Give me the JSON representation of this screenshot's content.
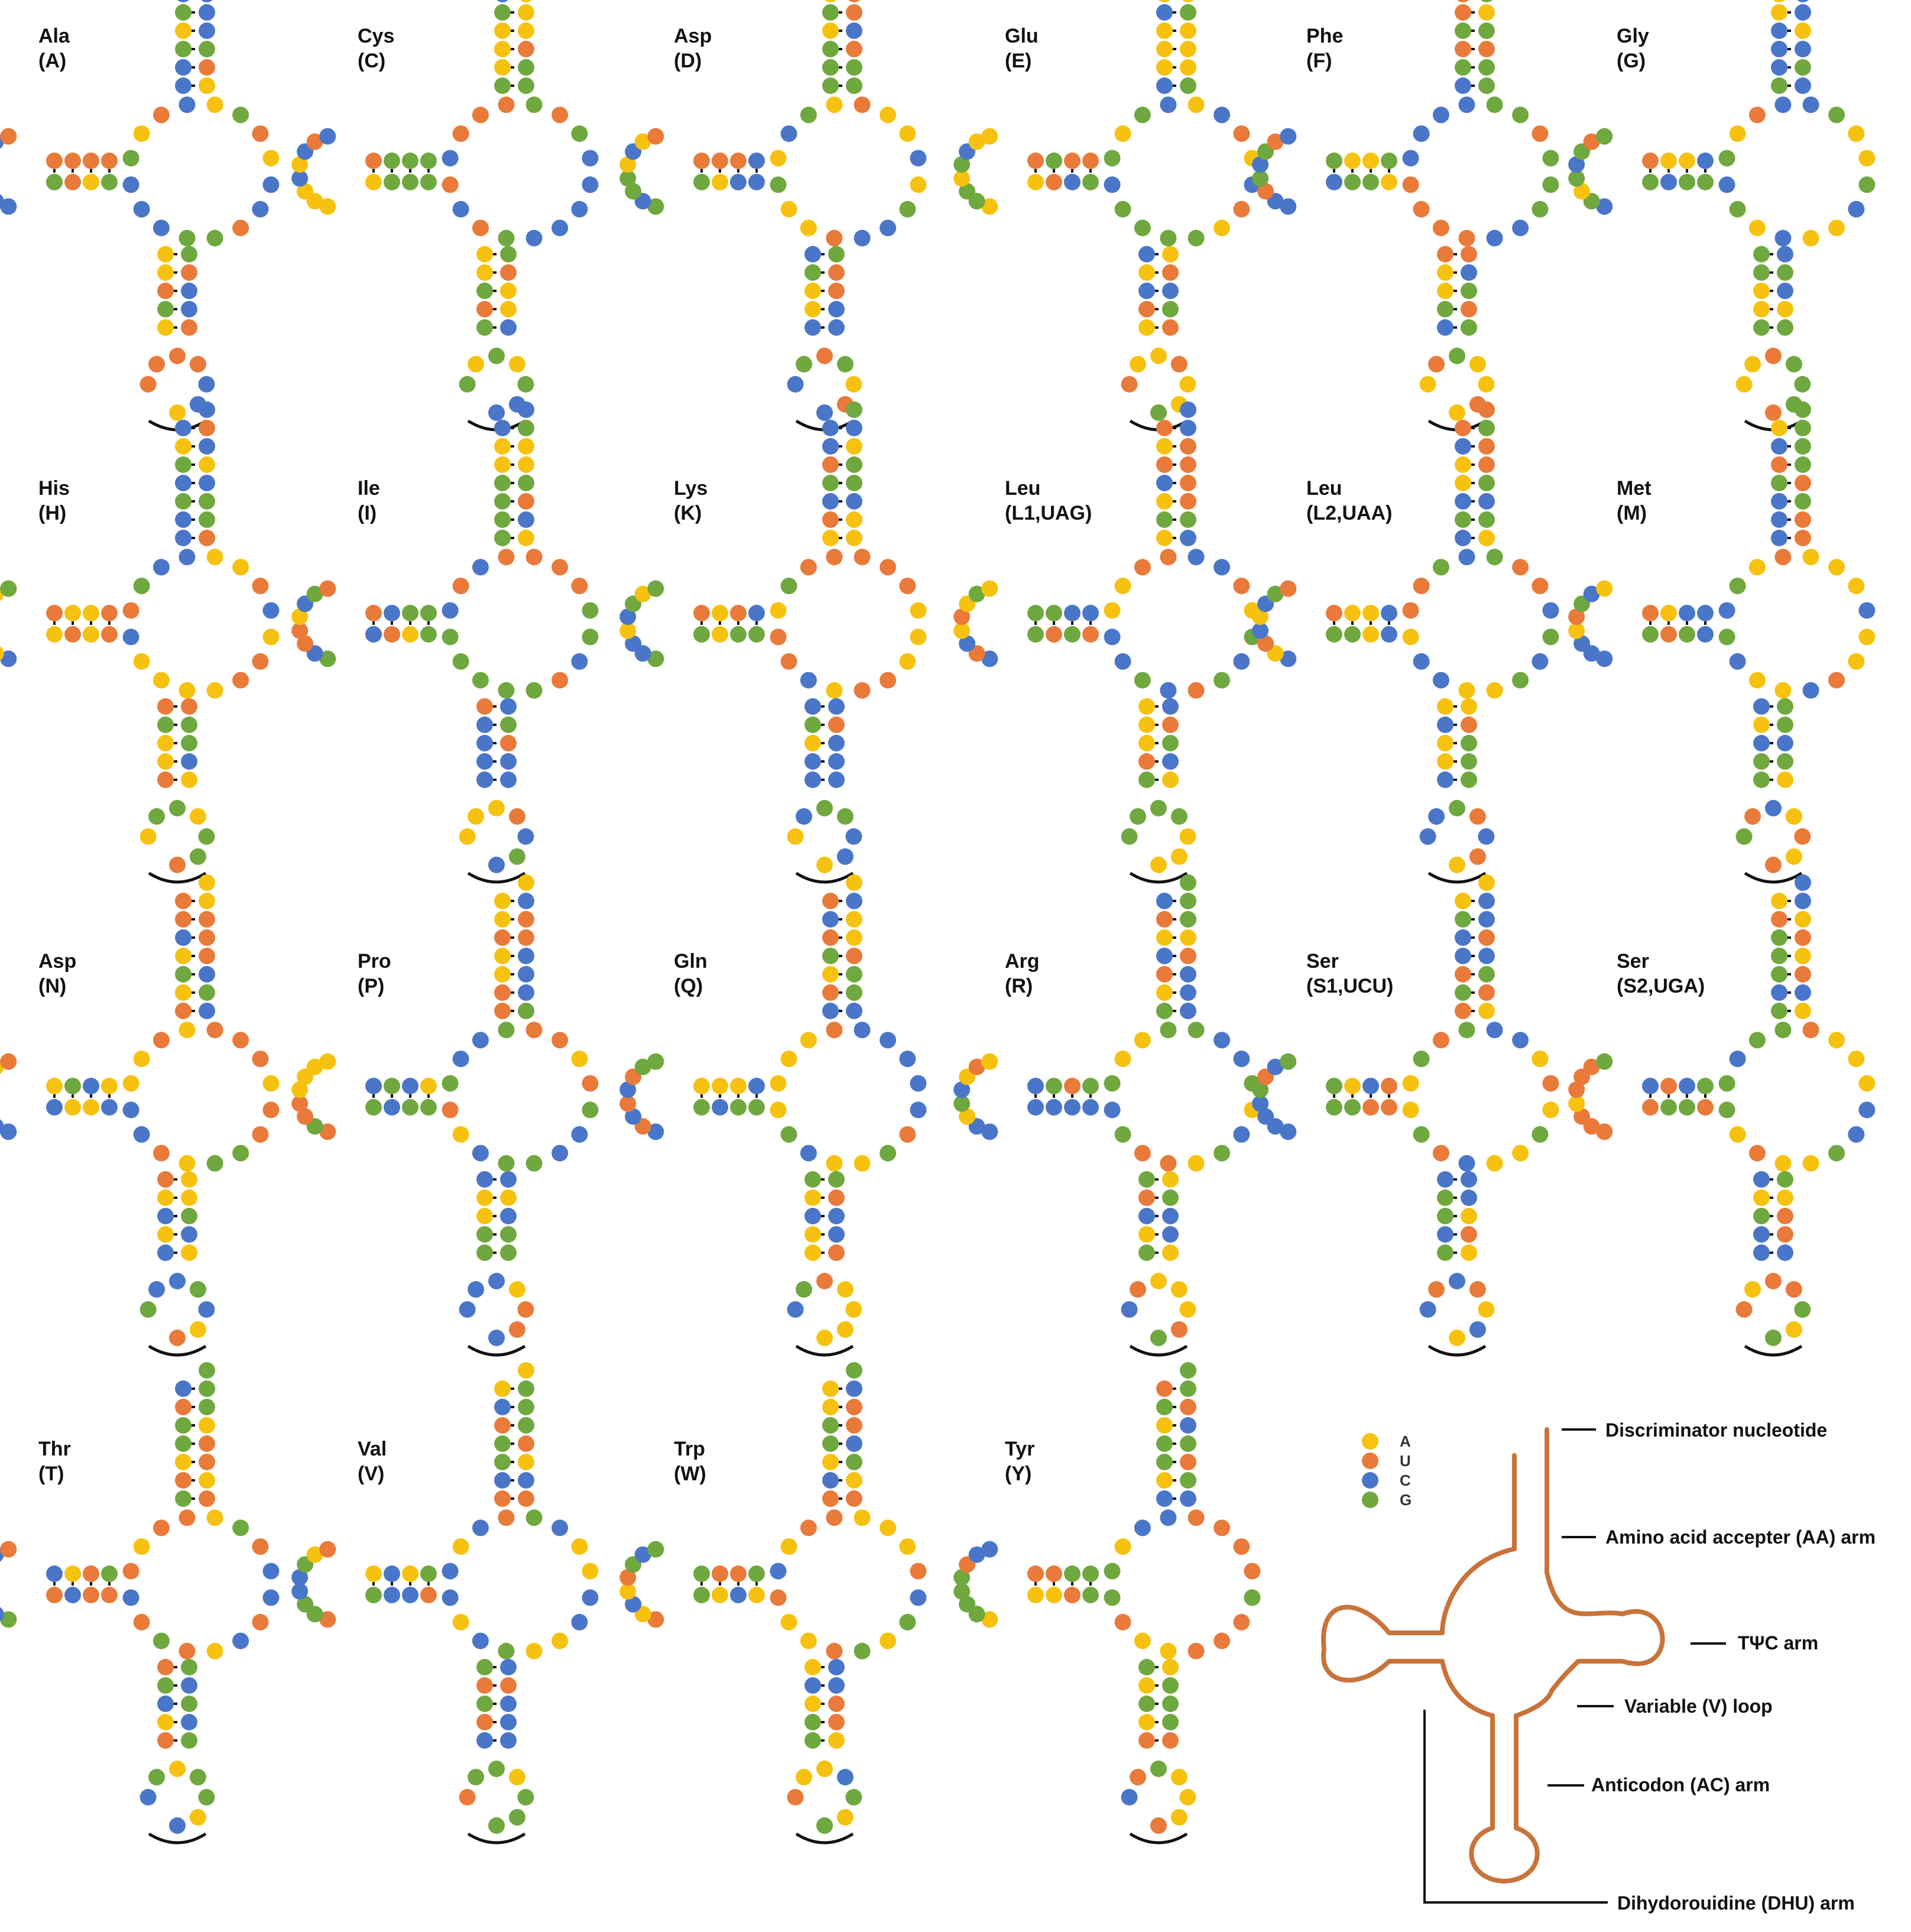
{
  "colors": {
    "A": "#f7c20f",
    "U": "#e97a3a",
    "C": "#4a76c9",
    "G": "#6fa83e",
    "arm": "#c8733a",
    "line": "#111111"
  },
  "legend": {
    "items": [
      {
        "base": "A",
        "label": "A"
      },
      {
        "base": "U",
        "label": "U"
      },
      {
        "base": "C",
        "label": "C"
      },
      {
        "base": "G",
        "label": "G"
      }
    ]
  },
  "trnas": [
    {
      "name": "Ala",
      "code": "(A)"
    },
    {
      "name": "Cys",
      "code": "(C)"
    },
    {
      "name": "Asp",
      "code": "(D)"
    },
    {
      "name": "Glu",
      "code": "(E)"
    },
    {
      "name": "Phe",
      "code": "(F)"
    },
    {
      "name": "Gly",
      "code": "(G)"
    },
    {
      "name": "His",
      "code": "(H)"
    },
    {
      "name": "Ile",
      "code": "(I)"
    },
    {
      "name": "Lys",
      "code": "(K)"
    },
    {
      "name": "Leu",
      "code": "(L1,UAG)"
    },
    {
      "name": "Leu",
      "code": "(L2,UAA)"
    },
    {
      "name": "Met",
      "code": "(M)"
    },
    {
      "name": "Asp",
      "code": "(N)"
    },
    {
      "name": "Pro",
      "code": "(P)"
    },
    {
      "name": "Gln",
      "code": "(Q)"
    },
    {
      "name": "Arg",
      "code": "(R)"
    },
    {
      "name": "Ser",
      "code": "(S1,UCU)"
    },
    {
      "name": "Ser",
      "code": "(S2,UGA)"
    },
    {
      "name": "Thr",
      "code": "(T)"
    },
    {
      "name": "Val",
      "code": "(V)"
    },
    {
      "name": "Trp",
      "code": "(W)"
    },
    {
      "name": "Tyr",
      "code": "(Y)"
    }
  ],
  "schematic": {
    "labels": {
      "discriminator": "Discriminator nucleotide",
      "aa_arm": "Amino acid accepter (AA) arm",
      "tpsic_arm": "TΨC arm",
      "variable_loop": "Variable (V) loop",
      "anticodon_arm": "Anticodon (AC) arm",
      "dhu_arm": "Dihydorouidine (DHU) arm"
    }
  }
}
